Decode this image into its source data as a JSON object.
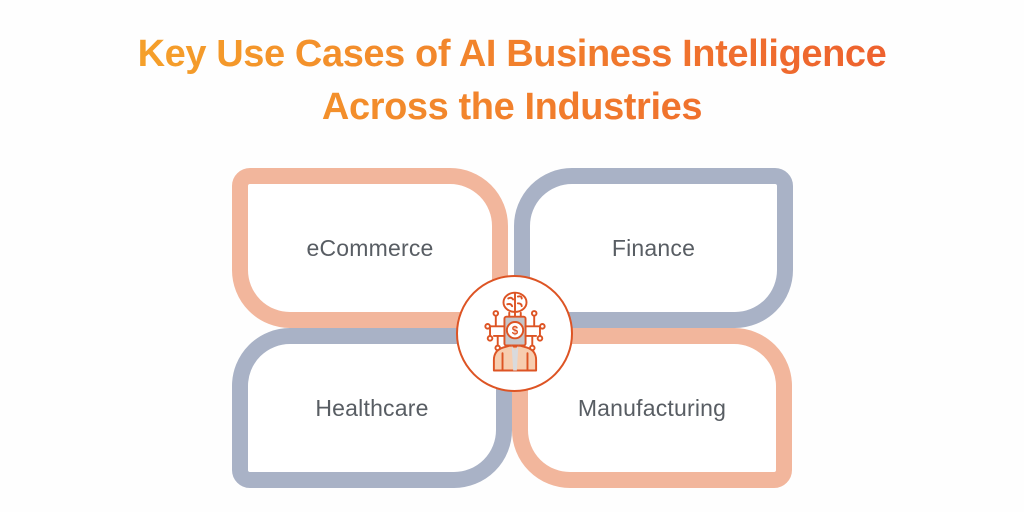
{
  "title": {
    "line1": "Key Use Cases of AI Business Intelligence",
    "line2": "Across the Industries",
    "gradient_start": "#F6A829",
    "gradient_end": "#ED5B2F"
  },
  "industries": [
    {
      "id": "ecommerce",
      "label": "eCommerce",
      "accent": "#F2B69C",
      "position": "top-left"
    },
    {
      "id": "finance",
      "label": "Finance",
      "accent": "#A9B2C6",
      "position": "top-right"
    },
    {
      "id": "healthcare",
      "label": "Healthcare",
      "accent": "#A9B2C6",
      "position": "bottom-left"
    },
    {
      "id": "manufacturing",
      "label": "Manufacturing",
      "accent": "#F2B69C",
      "position": "bottom-right"
    }
  ],
  "center_icon": {
    "name": "ai-business-intelligence-icon",
    "symbol": "$",
    "accent": "#DD5424"
  },
  "colors": {
    "background": "#FEFEFE",
    "card_fill": "#FFFFFF",
    "label_text": "#585D63",
    "peach_accent": "#F2B69C",
    "grayblue_accent": "#A9B2C6"
  }
}
